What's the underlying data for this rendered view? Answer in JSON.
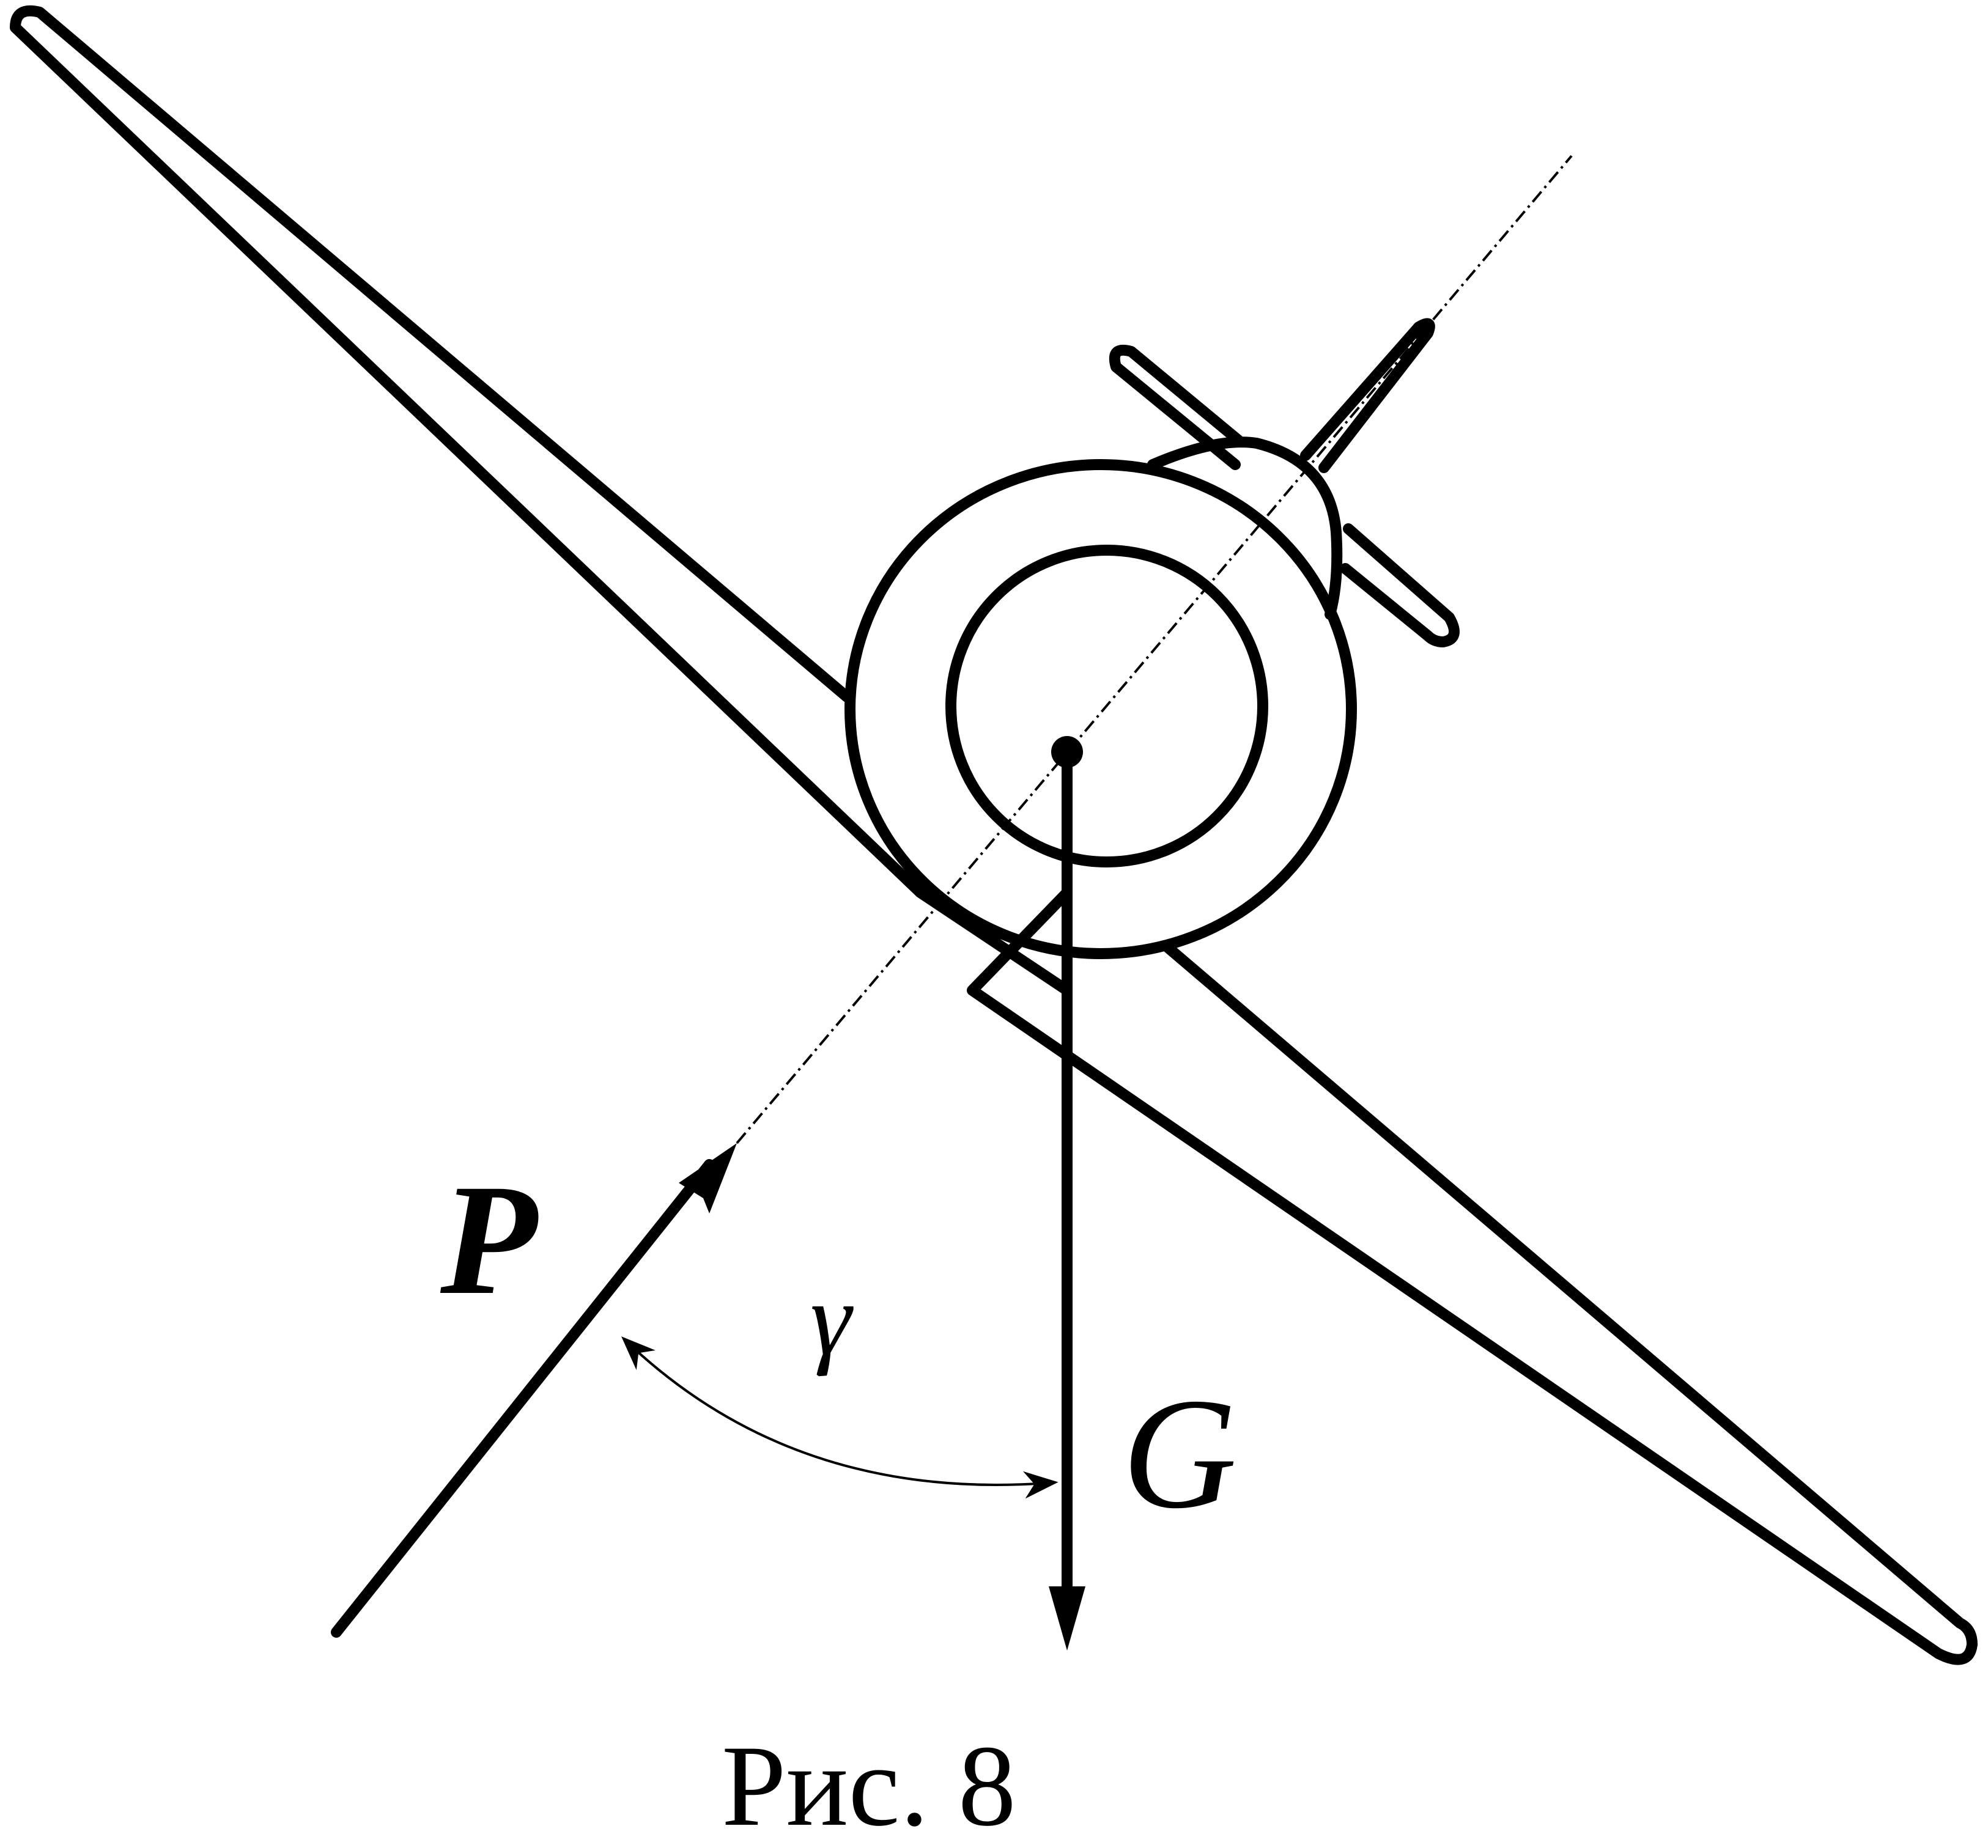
{
  "labels": {
    "p": "P",
    "g": "G",
    "gamma": "γ"
  },
  "caption": "Рис. 8"
}
